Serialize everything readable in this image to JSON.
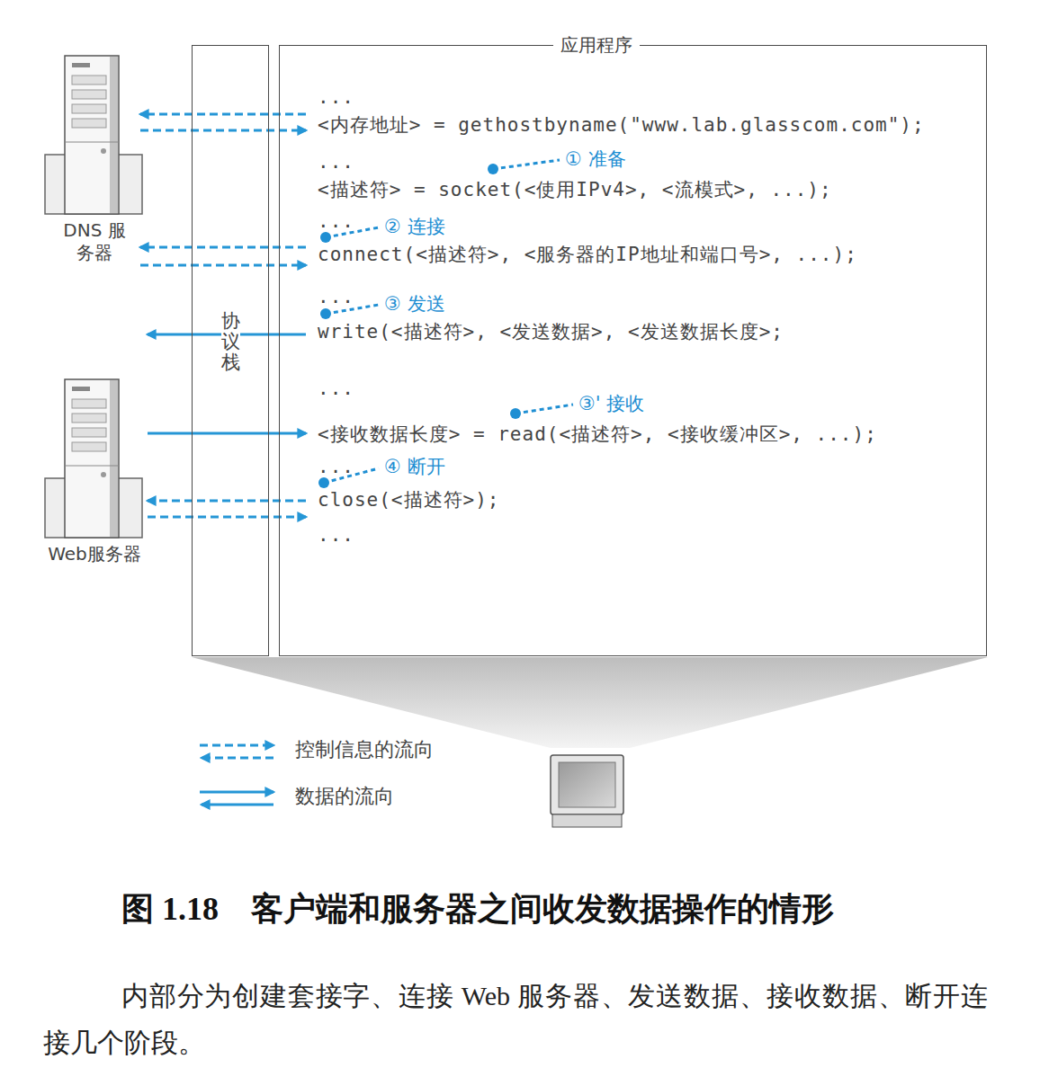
{
  "diagram": {
    "caption": "图 1.18　客户端和服务器之间收发数据操作的情形",
    "nodes": [
      {
        "text": [
          "DNS 服务器"
        ]
      },
      {
        "text": [
          "协议栈"
        ]
      },
      {
        "text": [
          "应用程序",
          "...",
          "<内存地址> = gethostbyname(\"www.lab.glasscom.com\");",
          "...",
          "<描述符> = socket(<使用IPv4>, <流模式>, ...);",
          "...",
          "connect(<描述符>, <服务器的IP地址和端口号>, ...);",
          "...",
          "write(<描述符>, <发送数据>, <发送数据长度>;",
          "...",
          "<接收数据长度> = read(<描述符>, <接收缓冲区>, ...);",
          "...",
          "close(<描述符>);",
          "..."
        ]
      },
      {
        "text": [
          "Web服务器"
        ]
      }
    ],
    "edges": [
      {
        "from": 0,
        "to": 2,
        "arrow": "both"
      },
      {
        "from": 0,
        "to": 2,
        "arrow": "both"
      },
      {
        "from": 2,
        "to": 3,
        "arrow": "to"
      },
      {
        "from": 3,
        "to": 2,
        "arrow": "to"
      },
      {
        "from": 2,
        "to": 3,
        "arrow": "both"
      }
    ],
    "labels": [
      "① 准备",
      "② 连接",
      "③ 发送",
      "③' 接收",
      "④ 断开",
      "内部分为创建套接字、连接 Web 服务器、发送数据、接收数据、断开连接几个阶段。"
    ],
    "legend": [
      {
        "text": "控制信息的流向"
      },
      {
        "text": "数据的流向"
      }
    ]
  }
}
